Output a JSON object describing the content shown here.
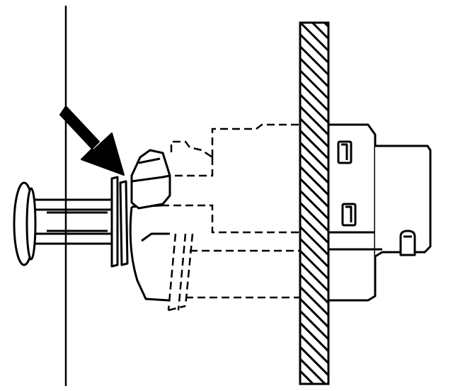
{
  "diagram": {
    "colors": {
      "ink": "#000000",
      "paper": "#ffffff"
    },
    "components": [
      {
        "id": "mounting-panel",
        "style": "solid-line"
      },
      {
        "id": "indicator-arrow",
        "icon": "arrow-icon"
      },
      {
        "id": "pushbutton-plunger",
        "style": "solid"
      },
      {
        "id": "retaining-clip",
        "style": "solid"
      },
      {
        "id": "switch-body-hidden-outline",
        "style": "dashed"
      },
      {
        "id": "bulkhead-wall",
        "style": "hatched"
      },
      {
        "id": "rear-connector-housing",
        "style": "solid"
      }
    ]
  }
}
